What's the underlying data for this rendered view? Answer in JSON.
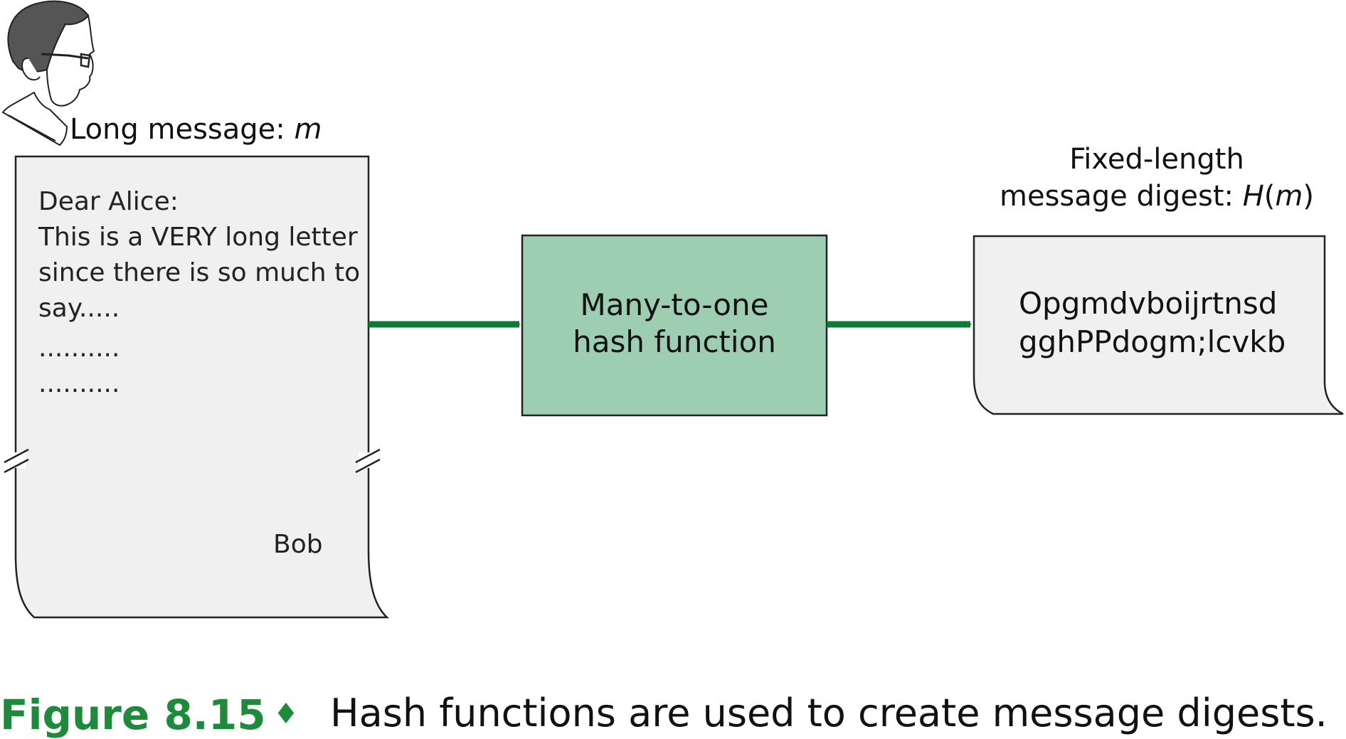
{
  "sender_label": {
    "prefix": "Long message: ",
    "var": "m"
  },
  "letter": {
    "lines": [
      "Dear Alice:",
      "This is a VERY long letter",
      "since there is so much to",
      "say.....",
      "..........",
      ".........."
    ],
    "signature": "Bob"
  },
  "hash_box": {
    "line1": "Many-to-one",
    "line2": "hash function"
  },
  "digest_label": {
    "line1": "Fixed-length",
    "line2_prefix": "message digest: ",
    "func": "H",
    "open": "(",
    "var": "m",
    "close": ")"
  },
  "digest": {
    "line1": "Opgmdvboijrtnsd",
    "line2": "gghPPdogm;lcvkb"
  },
  "caption": {
    "figure": "Figure 8.15",
    "separator": "♦",
    "text": "Hash functions are used to create message digests."
  },
  "colors": {
    "arrow": "#0d7a35",
    "hash_fill": "#9dceb2",
    "paper_fill": "#f0f0f0",
    "outline": "#222222",
    "caption_accent": "#1e8a3c"
  },
  "icons": {
    "person": "person-portrait-icon"
  }
}
